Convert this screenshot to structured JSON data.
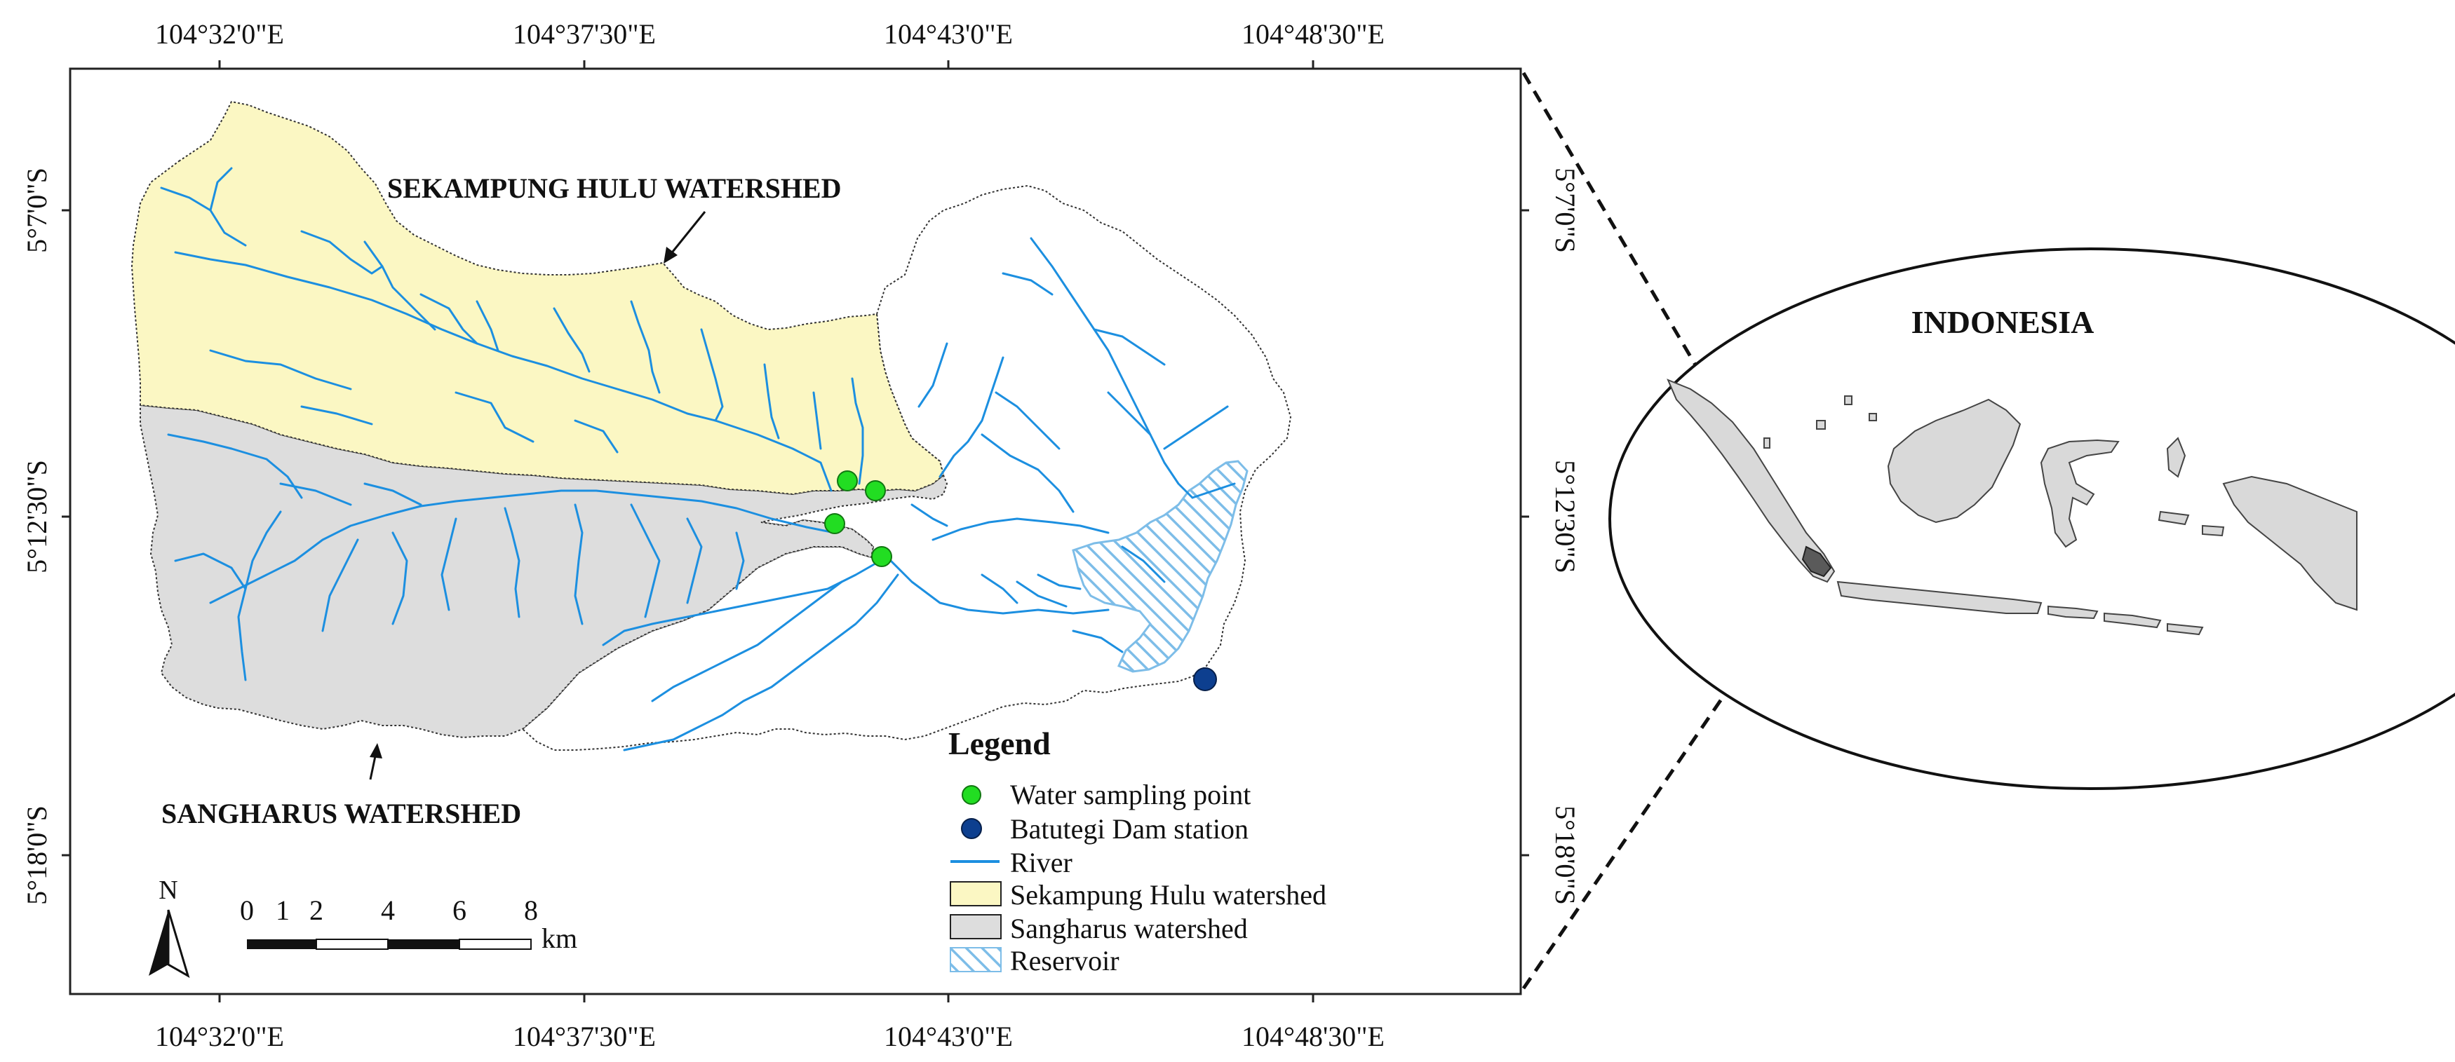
{
  "map": {
    "top_ticks": [
      "104°32'0\"E",
      "104°37'30\"E",
      "104°43'0\"E",
      "104°48'30\"E"
    ],
    "bottom_ticks": [
      "104°32'0\"E",
      "104°37'30\"E",
      "104°43'0\"E",
      "104°48'30\"E"
    ],
    "left_ticks": [
      "5°7'0\"S",
      "5°12'30\"S",
      "5°18'0\"S"
    ],
    "right_ticks": [
      "5°7'0\"S",
      "5°12'30\"S",
      "5°18'0\"S"
    ],
    "labels": {
      "sekampung": "SEKAMPUNG HULU WATERSHED",
      "sangharus": "SANGHARUS WATERSHED"
    },
    "north": "N",
    "scale": {
      "numbers": [
        "0",
        "1",
        "2",
        "4",
        "6",
        "8"
      ],
      "unit": "km"
    }
  },
  "legend": {
    "title": "Legend",
    "items": [
      {
        "label": "Water sampling point",
        "color": "#22dd22"
      },
      {
        "label": "Batutegi Dam station",
        "color": "#0d3f8f"
      },
      {
        "label": "River",
        "color": "#1c8fe0"
      },
      {
        "label": "Sekampung Hulu watershed",
        "color": "#fbf7c3"
      },
      {
        "label": "Sangharus watershed",
        "color": "#dddddd"
      },
      {
        "label": "Reservoir",
        "color": "#8ec8ef"
      }
    ]
  },
  "inset": {
    "title": "INDONESIA"
  },
  "colors": {
    "river": "#1c8fe0",
    "sekampung_fill": "#fbf7c3",
    "sangharus_fill": "#dddddd",
    "sampling_point": "#22dd22",
    "dam_station": "#0d3f8f",
    "reservoir": "#8ec8ef"
  }
}
